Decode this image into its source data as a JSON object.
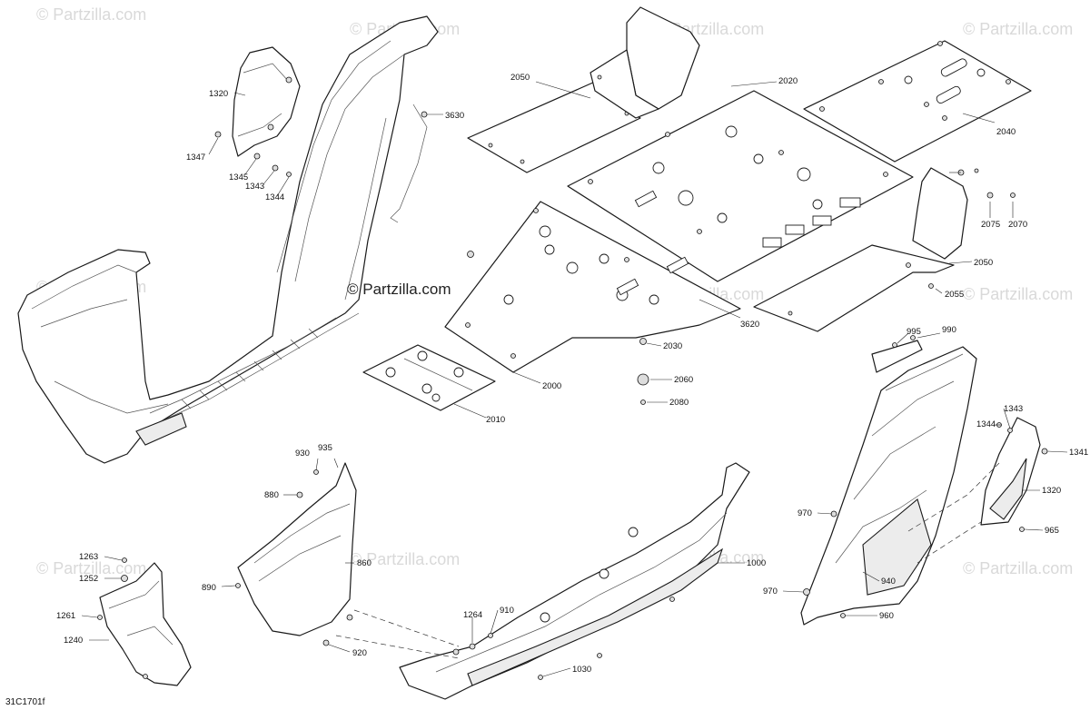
{
  "watermark": {
    "small": "© Partzilla.com",
    "center": "© Partzilla.com"
  },
  "diagram_ref": "31C1701f",
  "callouts": {
    "p2050a": "2050",
    "p2020": "2020",
    "p2040": "2040",
    "p2075": "2075",
    "p2070": "2070",
    "p2050b": "2050",
    "p2055": "2055",
    "p3620": "3620",
    "p2030": "2030",
    "p2060": "2060",
    "p2080": "2080",
    "p2000": "2000",
    "p2010": "2010",
    "p3630": "3630",
    "p1320a": "1320",
    "p1347": "1347",
    "p1345": "1345",
    "p1343a": "1343",
    "p1344a": "1344",
    "p995": "995",
    "p990": "990",
    "p1344b": "1344",
    "p1343b": "1343",
    "p1341": "1341",
    "p1320b": "1320",
    "p965": "965",
    "p970a": "970",
    "p940": "940",
    "p970b": "970",
    "p960": "960",
    "p930": "930",
    "p935": "935",
    "p880": "880",
    "p860": "860",
    "p890": "890",
    "p920": "920",
    "p1000": "1000",
    "p910": "910",
    "p1264": "1264",
    "p1030": "1030",
    "p1263": "1263",
    "p1252": "1252",
    "p1261": "1261",
    "p1240": "1240"
  }
}
